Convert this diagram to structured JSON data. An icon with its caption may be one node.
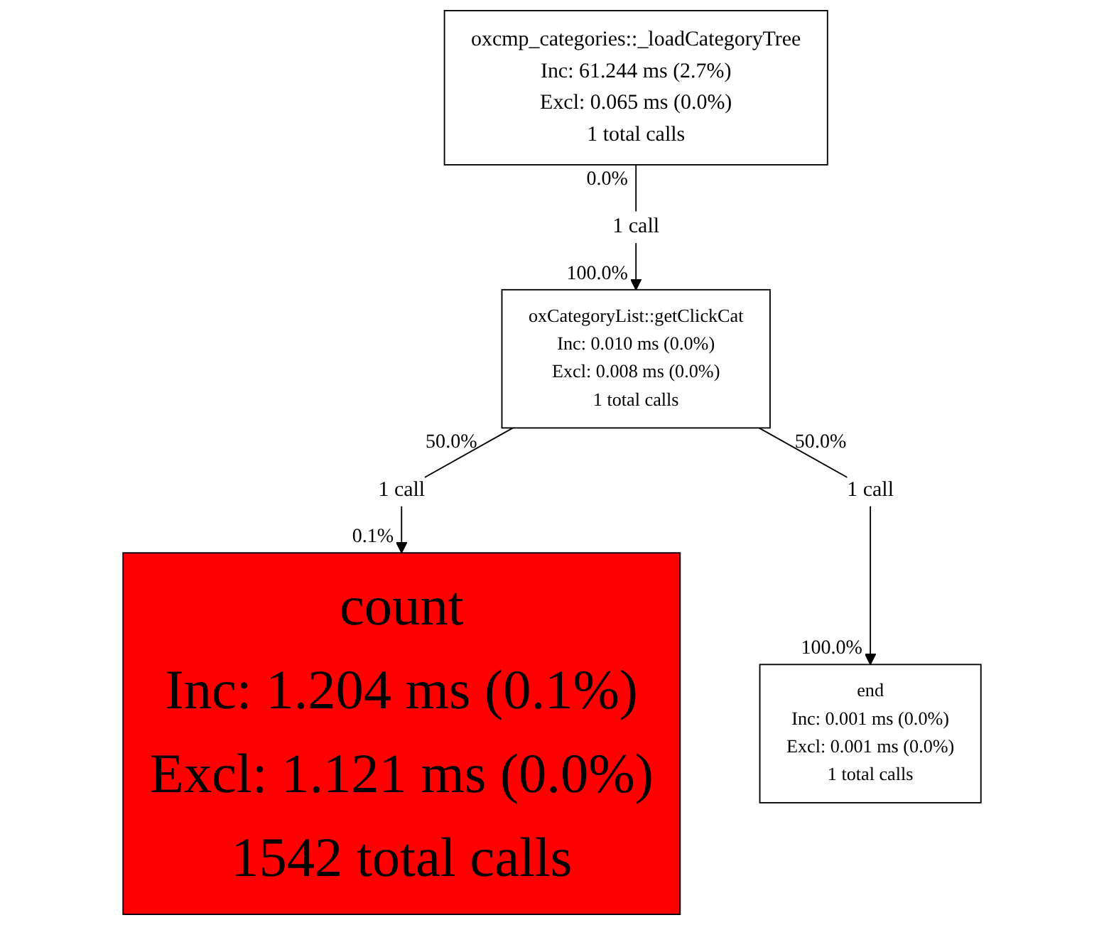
{
  "diagram": {
    "nodes": [
      {
        "text": [
          "oxcmp_categories::_loadCategoryTree",
          "Inc: 61.244 ms (2.7%)",
          "Excl: 0.065 ms (0.0%)",
          "1 total calls"
        ]
      },
      {
        "text": [
          "oxCategoryList::getClickCat",
          "Inc: 0.010 ms (0.0%)",
          "Excl: 0.008 ms (0.0%)",
          "1 total calls"
        ]
      },
      {
        "text": [
          "count",
          "Inc: 1.204 ms (0.1%)",
          "Excl: 1.121 ms (0.0%)",
          "1542 total calls"
        ]
      },
      {
        "text": [
          "end",
          "Inc: 0.001 ms (0.0%)",
          "Excl: 0.001 ms (0.0%)",
          "1 total calls"
        ]
      }
    ],
    "edges": [
      {
        "from": 0,
        "to": 1,
        "arrow": "to",
        "label": "1 call"
      },
      {
        "from": 1,
        "to": 2,
        "arrow": "to",
        "label": "1 call"
      },
      {
        "from": 1,
        "to": 3,
        "arrow": "to",
        "label": "1 call"
      }
    ],
    "labels": [
      "0.0%",
      "100.0%",
      "50.0%",
      "50.0%",
      "0.1%",
      "100.0%"
    ]
  }
}
